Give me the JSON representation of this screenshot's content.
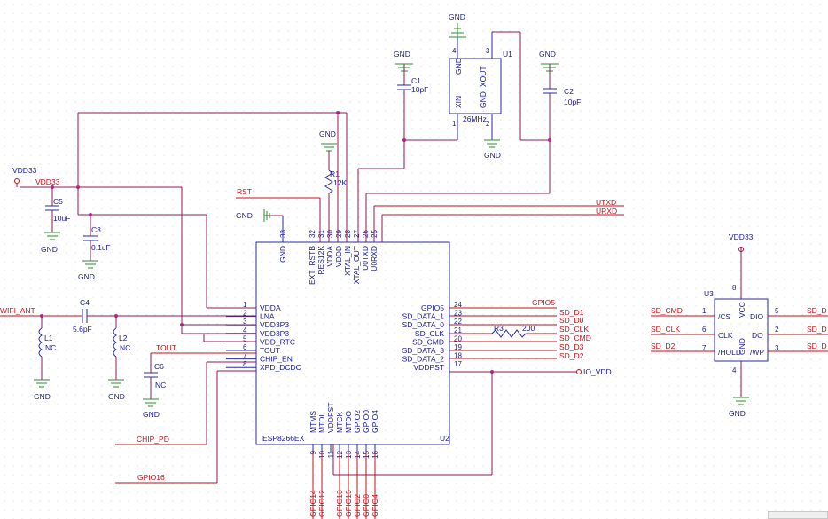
{
  "nets": {
    "gnd": "GND",
    "vdd33": "VDD33",
    "vdd33_wire": "VDD33",
    "rst": "RST",
    "utxd": "UTXD",
    "urxd": "URXD",
    "wifi_ant": "WIFI_ANT",
    "tout": "TOUT",
    "chip_pd": "CHIP_PD",
    "gpio16": "GPIO16",
    "gpio5": "GPIO5",
    "sd_d1": "SD_D1",
    "sd_d0": "SD_D0",
    "sd_clk": "SD_CLK",
    "sd_cmd": "SD_CMD",
    "sd_d3": "SD_D3",
    "sd_d2": "SD_D2",
    "io_vdd": "IO_VDD",
    "flash_cmd": "SD_CMD",
    "flash_clk": "SD_CLK",
    "flash_d2": "SD_D2",
    "flash_out1": "SD_D",
    "flash_out2": "SD_D",
    "flash_out3": "SD_D",
    "bottom": [
      "GPIO14",
      "GPIO12",
      "GPIO13",
      "GPIO15",
      "GPIO2",
      "GPIO0",
      "GPIO4"
    ]
  },
  "components": {
    "u1": {
      "ref": "U1",
      "value": "26MHz",
      "pins": {
        "gnd": "GND",
        "xout": "XOUT",
        "xin": "XIN",
        "gnd2": "GND"
      },
      "pin_numbers": [
        "4",
        "3",
        "1",
        "2"
      ]
    },
    "c1": {
      "ref": "C1",
      "value": "10pF"
    },
    "c2": {
      "ref": "C2",
      "value": "10pF"
    },
    "r1": {
      "ref": "R1",
      "value": "12K"
    },
    "c5": {
      "ref": "C5",
      "value": "10uF"
    },
    "c3": {
      "ref": "C3",
      "value": "0.1uF"
    },
    "c4": {
      "ref": "C4",
      "value": "5.6pF"
    },
    "l1": {
      "ref": "L1",
      "value": "NC"
    },
    "l2": {
      "ref": "L2",
      "value": "NC"
    },
    "c6": {
      "ref": "C6",
      "value": "NC"
    },
    "r3": {
      "ref": "R3",
      "value": "200"
    },
    "u3": {
      "ref": "U3",
      "pins": {
        "vcc": "VCC",
        "gnd": "GND",
        "cs": "/CS",
        "clk": "CLK",
        "hold": "/HOLD",
        "dio": "DIO",
        "do": "DO",
        "wp": "/WP"
      },
      "pin_numbers": [
        "8",
        "1",
        "6",
        "7",
        "5",
        "2",
        "3",
        "4"
      ]
    },
    "u2": {
      "ref": "U2",
      "name": "ESP8266EX",
      "left_pins": [
        {
          "num": "1",
          "name": "VDDA"
        },
        {
          "num": "2",
          "name": "LNA"
        },
        {
          "num": "3",
          "name": "VDD3P3"
        },
        {
          "num": "4",
          "name": "VDD3P3"
        },
        {
          "num": "5",
          "name": "VDD_RTC"
        },
        {
          "num": "6",
          "name": "TOUT"
        },
        {
          "num": "7",
          "name": "CHIP_EN"
        },
        {
          "num": "8",
          "name": "XPD_DCDC"
        }
      ],
      "right_pins": [
        {
          "num": "24",
          "name": "GPIO5"
        },
        {
          "num": "23",
          "name": "SD_DATA_1"
        },
        {
          "num": "22",
          "name": "SD_DATA_0"
        },
        {
          "num": "21",
          "name": "SD_CLK"
        },
        {
          "num": "20",
          "name": "SD_CMD"
        },
        {
          "num": "19",
          "name": "SD_DATA_3"
        },
        {
          "num": "18",
          "name": "SD_DATA_2"
        },
        {
          "num": "17",
          "name": "VDDPST"
        }
      ],
      "top_pins": [
        {
          "num": "33",
          "name": "GND"
        },
        {
          "num": "32",
          "name": "EXT_RSTB"
        },
        {
          "num": "31",
          "name": "RES12K"
        },
        {
          "num": "30",
          "name": "VDDA"
        },
        {
          "num": "29",
          "name": "VDDD"
        },
        {
          "num": "28",
          "name": "XTAL_IN"
        },
        {
          "num": "27",
          "name": "XTAL_OUT"
        },
        {
          "num": "26",
          "name": "U0TXD"
        },
        {
          "num": "25",
          "name": "U0RXD"
        }
      ],
      "bottom_pins": [
        {
          "num": "9",
          "name": "MTMS"
        },
        {
          "num": "10",
          "name": "MTDI"
        },
        {
          "num": "11",
          "name": "VDDPST"
        },
        {
          "num": "12",
          "name": "MTCK"
        },
        {
          "num": "13",
          "name": "MTDO"
        },
        {
          "num": "14",
          "name": "GPIO2"
        },
        {
          "num": "15",
          "name": "GPIO0"
        },
        {
          "num": "16",
          "name": "GPIO4"
        }
      ]
    }
  },
  "colors": {
    "wire": "#8b1a5a",
    "net_label": "#c0101a",
    "component": "#2a2aa0",
    "ground": "#2c8c2c",
    "grid": "#c8c8d0",
    "junction": "#c0209a"
  }
}
